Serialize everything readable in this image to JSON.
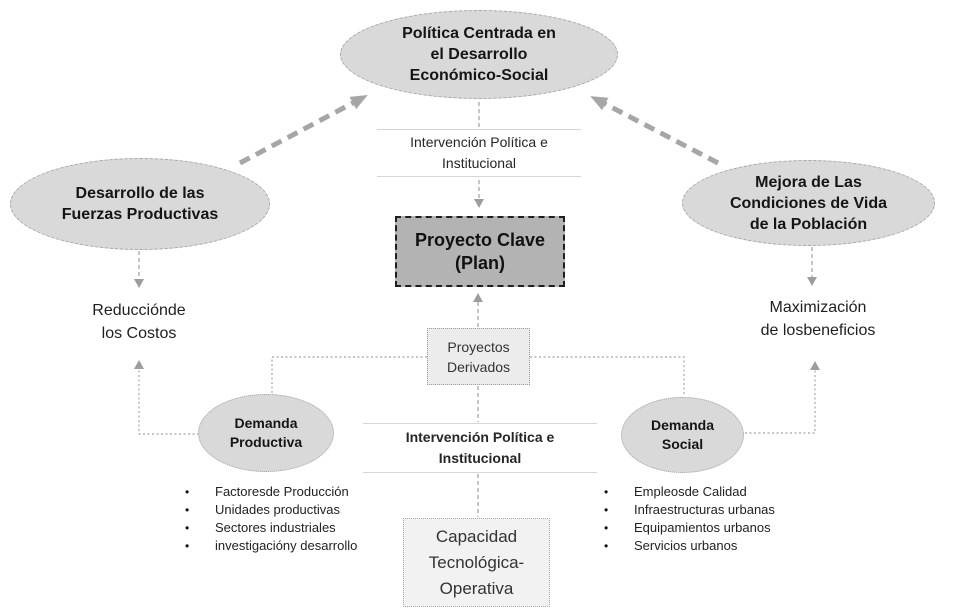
{
  "diagram": {
    "nodes": {
      "policy_center": "Política Centrada en\nel Desarrollo\nEconómico-Social",
      "productive_forces": "Desarrollo de las\nFuerzas Productivas",
      "living_conditions": "Mejora de Las\nCondiciones de Vida\nde la Población",
      "intervention_top": "Intervención Política e\nInstitucional",
      "key_project": "Proyecto Clave\n(Plan)",
      "derived_projects": "Proyectos\nDerivados",
      "intervention_bottom": "Intervención Política e\nInstitucional",
      "tech_capacity": "Capacidad\nTecnológica-\nOperativa",
      "cost_reduction": "Reducciónde\nlos Costos",
      "benefit_maximization": "Maximización\nde losbeneficios",
      "productive_demand": "Demanda\nProductiva",
      "social_demand": "Demanda\nSocial"
    },
    "productive_list": {
      "items": [
        "Factoresde Producción",
        "Unidades productivas",
        "Sectores industriales",
        "investigacióny desarrollo"
      ]
    },
    "social_list": {
      "items": [
        "Empleosde Calidad",
        "Infraestructuras urbanas",
        "Equipamientos urbanos",
        "Servicios urbanos"
      ]
    },
    "bullet": "•",
    "colors": {
      "ellipse_fill": "#d9d9d9",
      "key_box_fill": "#b3b3b3",
      "derived_box_fill": "#ececec",
      "capacity_box_fill": "#f2f2f2",
      "connector_gray": "#a6a6a6"
    }
  }
}
